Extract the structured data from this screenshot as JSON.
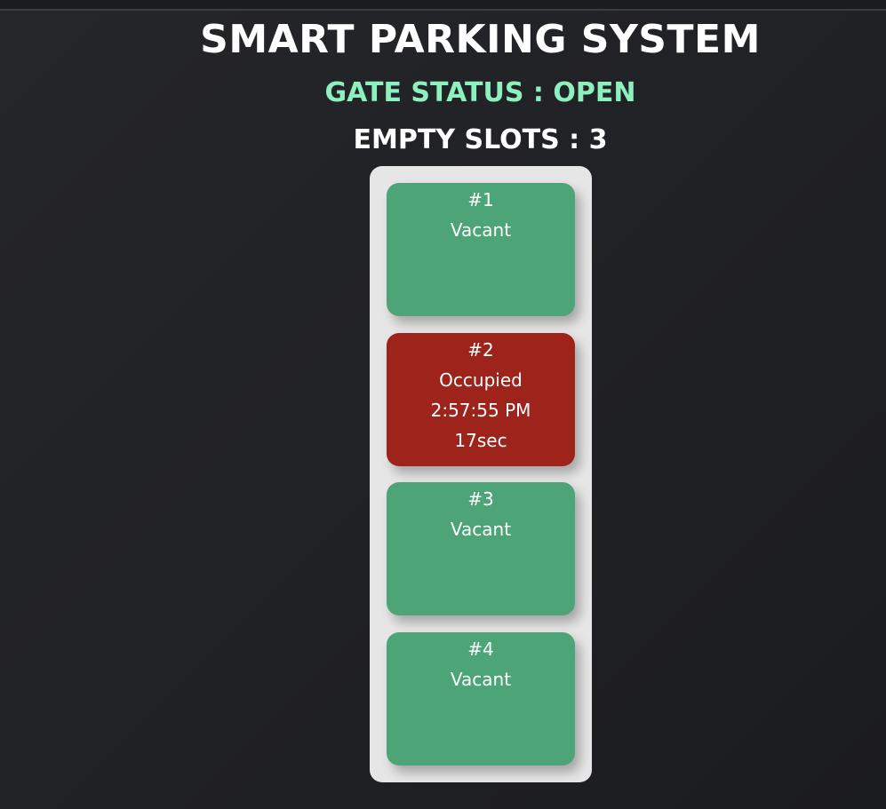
{
  "header": {
    "title": "SMART PARKING SYSTEM",
    "gate_status": "GATE STATUS : OPEN",
    "empty_slots": "EMPTY SLOTS : 3"
  },
  "colors": {
    "background": "#202124",
    "gate_status_text": "#8ff0bf",
    "vacant": "#4da577",
    "occupied": "#9e231b",
    "panel": "#e6e6e6"
  },
  "slots": [
    {
      "number": "#1",
      "status": "Vacant",
      "time": "",
      "duration": ""
    },
    {
      "number": "#2",
      "status": "Occupied",
      "time": "2:57:55 PM",
      "duration": "17sec"
    },
    {
      "number": "#3",
      "status": "Vacant",
      "time": "",
      "duration": ""
    },
    {
      "number": "#4",
      "status": "Vacant",
      "time": "",
      "duration": ""
    }
  ]
}
